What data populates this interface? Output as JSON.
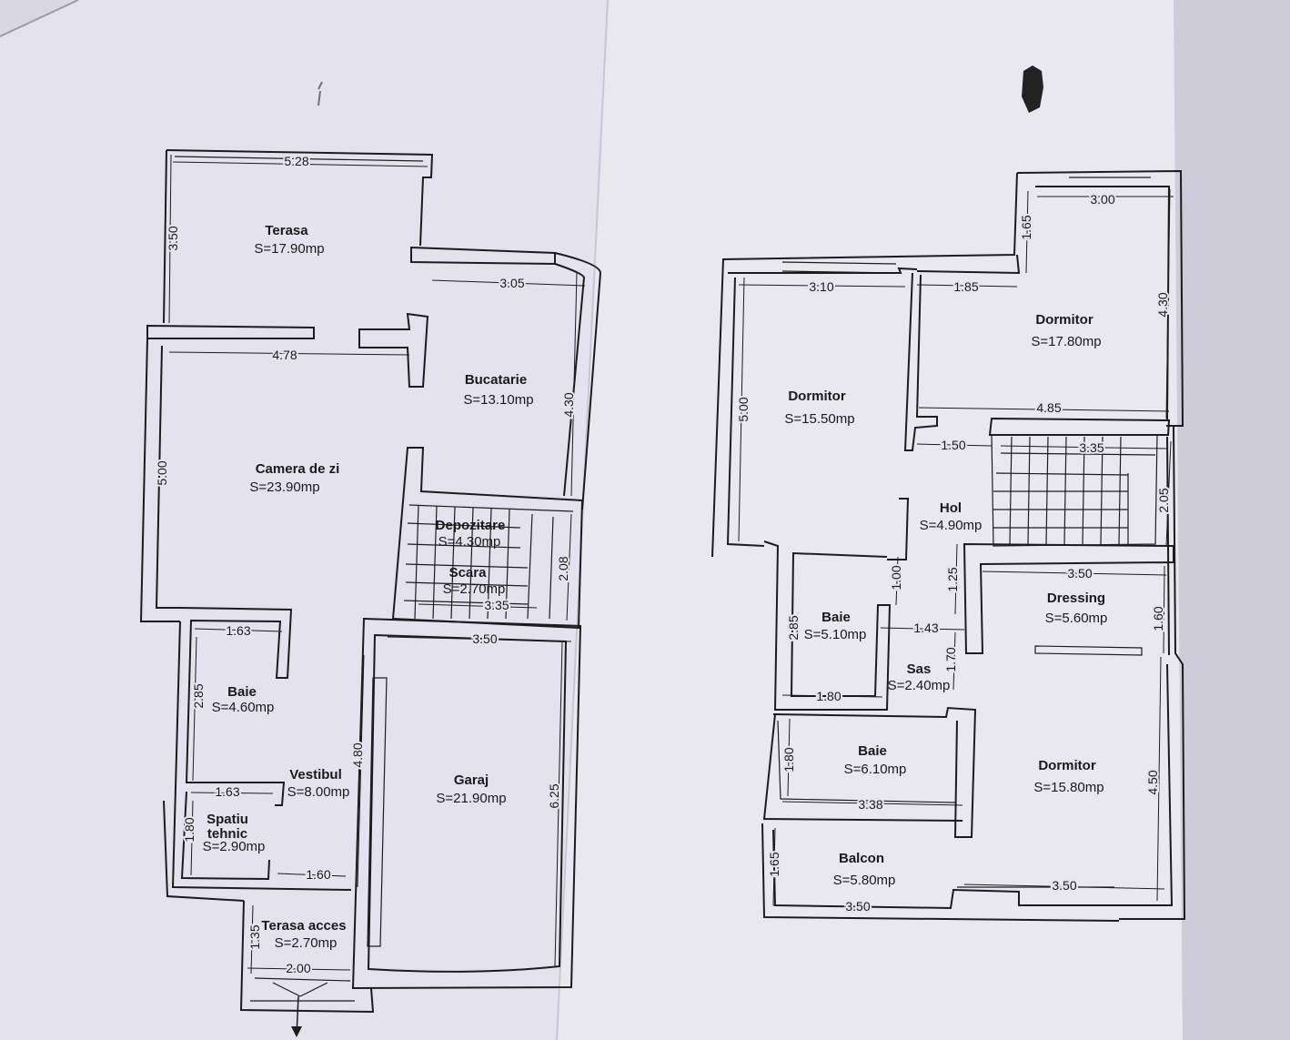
{
  "document": {
    "background_page": "#e8e6ee",
    "paper_shadow": "#cfcbd8",
    "ink": "#1c1c1c"
  },
  "ground_floor": {
    "rooms": [
      {
        "id": "terasa",
        "name": "Terasa",
        "area": "S=17.90mp"
      },
      {
        "id": "bucatarie",
        "name": "Bucatarie",
        "area": "S=13.10mp"
      },
      {
        "id": "camera",
        "name": "Camera de zi",
        "area": "S=23.90mp"
      },
      {
        "id": "depozitare",
        "name": "Depozitare",
        "area": "S=4.30mp"
      },
      {
        "id": "scara",
        "name": "Scara",
        "area": "S=2.70mp"
      },
      {
        "id": "baie",
        "name": "Baie",
        "area": "S=4.60mp"
      },
      {
        "id": "vestibul",
        "name": "Vestibul",
        "area": "S=8.00mp"
      },
      {
        "id": "garaj",
        "name": "Garaj",
        "area": "S=21.90mp"
      },
      {
        "id": "spatiu",
        "name": "Spatiu tehnic",
        "area": "S=2.90mp"
      },
      {
        "id": "terasa_acces",
        "name": "Terasa acces",
        "area": "S=2.70mp"
      }
    ],
    "dimensions": [
      "5.28",
      "3.50",
      "3.05",
      "4.78",
      "4.30",
      "5.00",
      "2.08",
      "3.35",
      "1.63",
      "3.50",
      "2.85",
      "4.80",
      "1.63",
      "6.25",
      "1.80",
      "1.60",
      "1.35",
      "2.00"
    ]
  },
  "upper_floor": {
    "rooms": [
      {
        "id": "dormitor1",
        "name": "Dormitor",
        "area": "S=15.50mp"
      },
      {
        "id": "dormitor2",
        "name": "Dormitor",
        "area": "S=17.80mp"
      },
      {
        "id": "hol",
        "name": "Hol",
        "area": "S=4.90mp"
      },
      {
        "id": "dressing",
        "name": "Dressing",
        "area": "S=5.60mp"
      },
      {
        "id": "baie1",
        "name": "Baie",
        "area": "S=5.10mp"
      },
      {
        "id": "sas",
        "name": "Sas",
        "area": "S=2.40mp"
      },
      {
        "id": "baie2",
        "name": "Baie",
        "area": "S=6.10mp"
      },
      {
        "id": "dormitor3",
        "name": "Dormitor",
        "area": "S=15.80mp"
      },
      {
        "id": "balcon",
        "name": "Balcon",
        "area": "S=5.80mp"
      }
    ],
    "dimensions": [
      "3.00",
      "1.65",
      "3.10",
      "1.85",
      "4.30",
      "5.00",
      "4.85",
      "1.50",
      "3.35",
      "2.05",
      "1.00",
      "1.25",
      "3.50",
      "2.85",
      "1.43",
      "1.60",
      "1.70",
      "1.80",
      "1.80",
      "3.38",
      "4.50",
      "1.65",
      "3.50",
      "3.50"
    ]
  }
}
